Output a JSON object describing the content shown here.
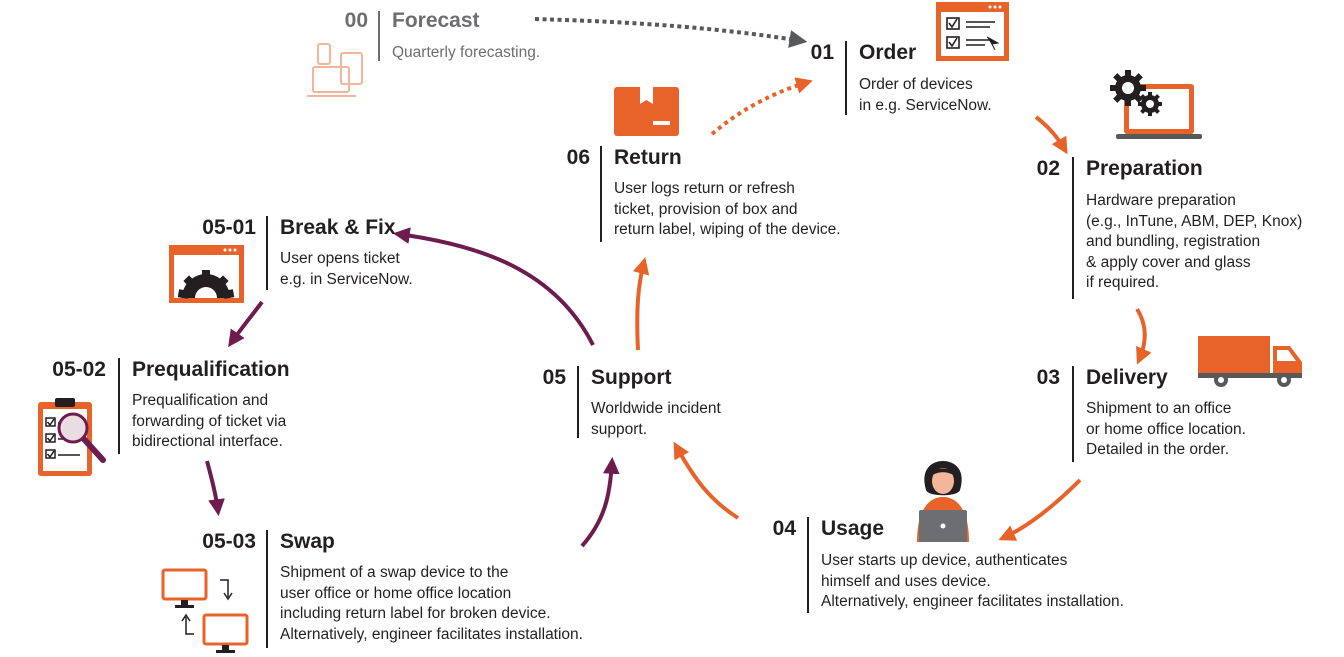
{
  "colors": {
    "orange": "#e8632a",
    "purple": "#6e1c4e",
    "dark": "#231f20",
    "grey": "#6d6e71",
    "faded_orange": "#f3b69b"
  },
  "steps": {
    "forecast": {
      "num": "00",
      "title": "Forecast",
      "desc": [
        "Quarterly forecasting."
      ],
      "icon": "devices-icon"
    },
    "order": {
      "num": "01",
      "title": "Order",
      "desc": [
        "Order of devices",
        "in e.g. ServiceNow."
      ],
      "icon": "checklist-window-icon"
    },
    "preparation": {
      "num": "02",
      "title": "Preparation",
      "desc": [
        "Hardware preparation",
        "(e.g., InTune, ABM, DEP, Knox)",
        "and bundling, registration",
        "& apply cover and glass",
        "if required."
      ],
      "icon": "laptop-gears-icon"
    },
    "delivery": {
      "num": "03",
      "title": "Delivery",
      "desc": [
        "Shipment to an office",
        "or home office location.",
        "Detailed in the order."
      ],
      "icon": "truck-icon"
    },
    "usage": {
      "num": "04",
      "title": "Usage",
      "desc": [
        "User starts up device, authenticates",
        "himself and uses device.",
        "Alternatively, engineer facilitates installation."
      ],
      "icon": "person-laptop-icon"
    },
    "support": {
      "num": "05",
      "title": "Support",
      "desc": [
        "Worldwide incident",
        "support."
      ]
    },
    "return": {
      "num": "06",
      "title": "Return",
      "desc": [
        "User logs return or refresh",
        "ticket, provision of box and",
        "return label, wiping of the device."
      ],
      "icon": "box-icon"
    },
    "break_fix": {
      "num": "05-01",
      "title": "Break & Fix",
      "desc": [
        "User opens ticket",
        "e.g. in ServiceNow."
      ],
      "icon": "browser-gear-icon"
    },
    "prequalification": {
      "num": "05-02",
      "title": "Prequalification",
      "desc": [
        "Prequalification and",
        "forwarding of ticket via",
        "bidirectional interface."
      ],
      "icon": "clipboard-magnifier-icon"
    },
    "swap": {
      "num": "05-03",
      "title": "Swap",
      "desc": [
        "Shipment of a swap device to the",
        "user office or home office location",
        "including return label for broken device.",
        "Alternatively, engineer facilitates installation."
      ],
      "icon": "monitor-swap-icon"
    }
  }
}
